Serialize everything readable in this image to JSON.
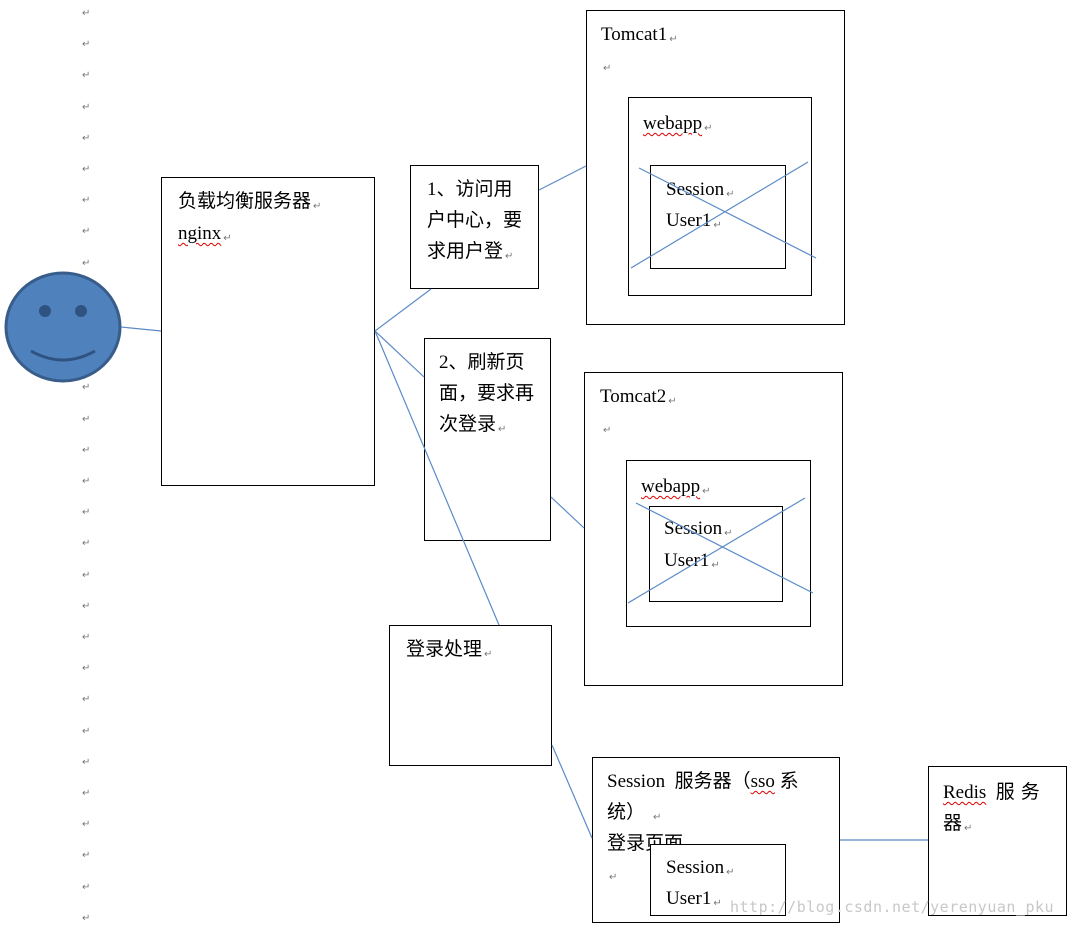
{
  "return_mark": "↵",
  "load_balancer": {
    "title": "负载均衡服务器",
    "name": "nginx"
  },
  "step_boxes": {
    "step1": [
      "1、访问用",
      "户中心，要",
      "求用户登"
    ],
    "step2": [
      "2、刷新页",
      "面，要求再",
      "次登录"
    ],
    "login": "登录处理"
  },
  "tomcat1": {
    "title": "Tomcat1",
    "webapp": "webapp",
    "session": "Session",
    "user": "User1"
  },
  "tomcat2": {
    "title": "Tomcat2",
    "webapp": "webapp",
    "session": "Session",
    "user": "User1"
  },
  "session_server": {
    "title_part1": "Session",
    "title_part2": "服务器（",
    "title_sso": "sso",
    "title_part3": "系",
    "title_line2": "统）",
    "login_page": "登录页面",
    "session": "Session",
    "user": "User1"
  },
  "redis": {
    "name": "Redis",
    "label_part1": "服务",
    "label_part2": "器"
  },
  "watermark": "http://blog.csdn.net/yerenyuan_pku",
  "colors": {
    "line": "#5b8bc7",
    "face_fill": "#4f81bd",
    "face_stroke": "#385d8a"
  }
}
